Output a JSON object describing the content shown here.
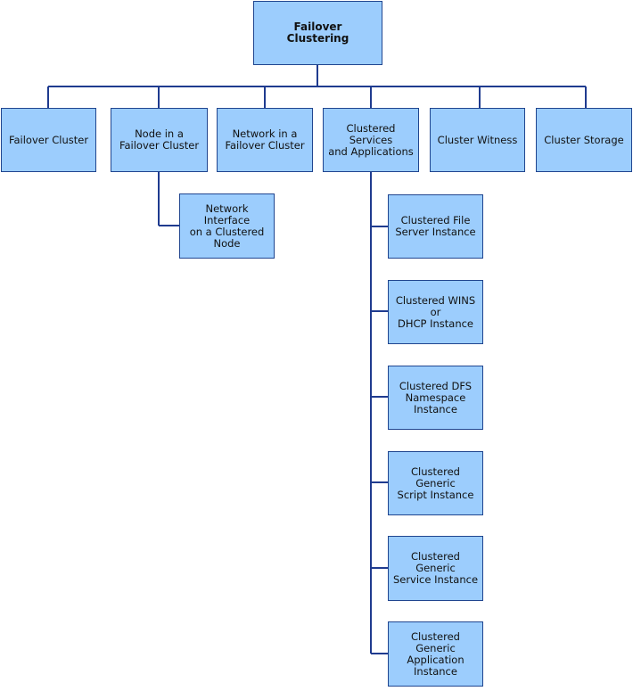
{
  "diagram": {
    "colors": {
      "node_fill": "#9ccdfd",
      "node_border": "#20458f",
      "connector": "#1f3b8f"
    },
    "root": {
      "label": "Failover\nClustering"
    },
    "level1": [
      {
        "label": "Failover Cluster"
      },
      {
        "label": "Node in a\nFailover Cluster"
      },
      {
        "label": "Network in a\nFailover Cluster"
      },
      {
        "label": "Clustered Services\nand Applications"
      },
      {
        "label": "Cluster Witness"
      },
      {
        "label": "Cluster Storage"
      }
    ],
    "node_children": [
      {
        "label": "Network Interface\non a Clustered\nNode"
      }
    ],
    "service_children": [
      {
        "label": "Clustered File\nServer Instance"
      },
      {
        "label": "Clustered WINS or\nDHCP Instance"
      },
      {
        "label": "Clustered DFS\nNamespace\nInstance"
      },
      {
        "label": "Clustered Generic\nScript Instance"
      },
      {
        "label": "Clustered Generic\nService Instance"
      },
      {
        "label": "Clustered Generic\nApplication\nInstance"
      }
    ]
  }
}
